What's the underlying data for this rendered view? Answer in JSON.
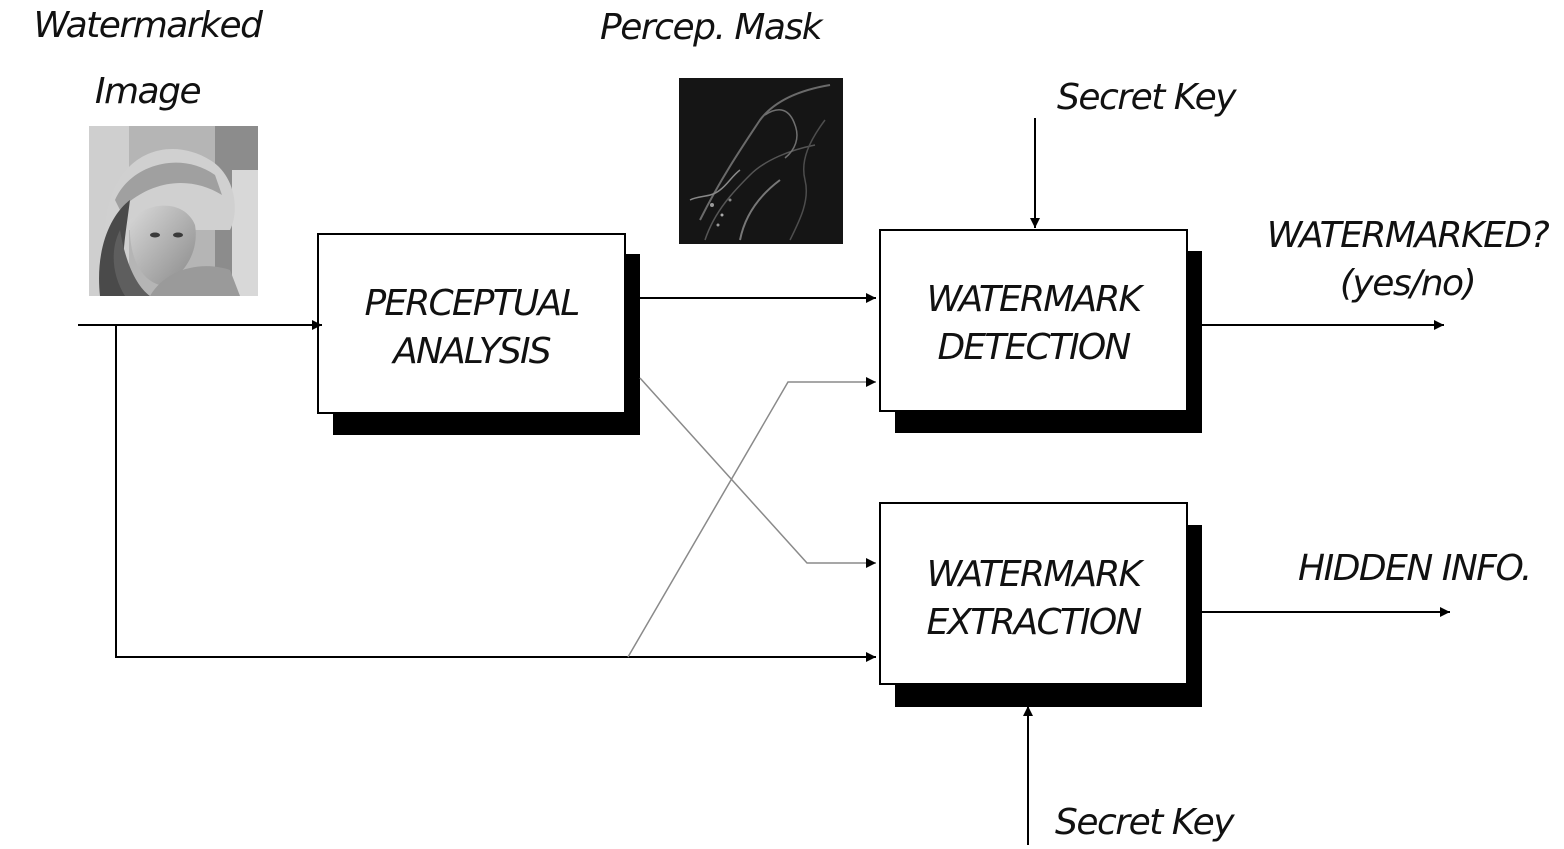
{
  "labels": {
    "watermarked_image_line1": "Watermarked",
    "watermarked_image_line2": "Image",
    "percep_mask": "Percep. Mask",
    "secret_key_top": "Secret Key",
    "secret_key_bottom": "Secret Key",
    "watermarked_q": "WATERMARKED?",
    "yes_no": "(yes/no)",
    "hidden_info": "HIDDEN INFO."
  },
  "blocks": {
    "perceptual_analysis": {
      "line1": "PERCEPTUAL",
      "line2": "ANALYSIS"
    },
    "watermark_detection": {
      "line1": "WATERMARK",
      "line2": "DETECTION"
    },
    "watermark_extraction": {
      "line1": "WATERMARK",
      "line2": "EXTRACTION"
    }
  },
  "images": {
    "watermarked_image": "grayscale-portrait-photo",
    "perceptual_mask": "dark-edge-mask-image"
  },
  "colors": {
    "line": "#000000",
    "thin_line": "#9a9a9a",
    "shadow": "#000000",
    "box_fill": "#ffffff"
  }
}
